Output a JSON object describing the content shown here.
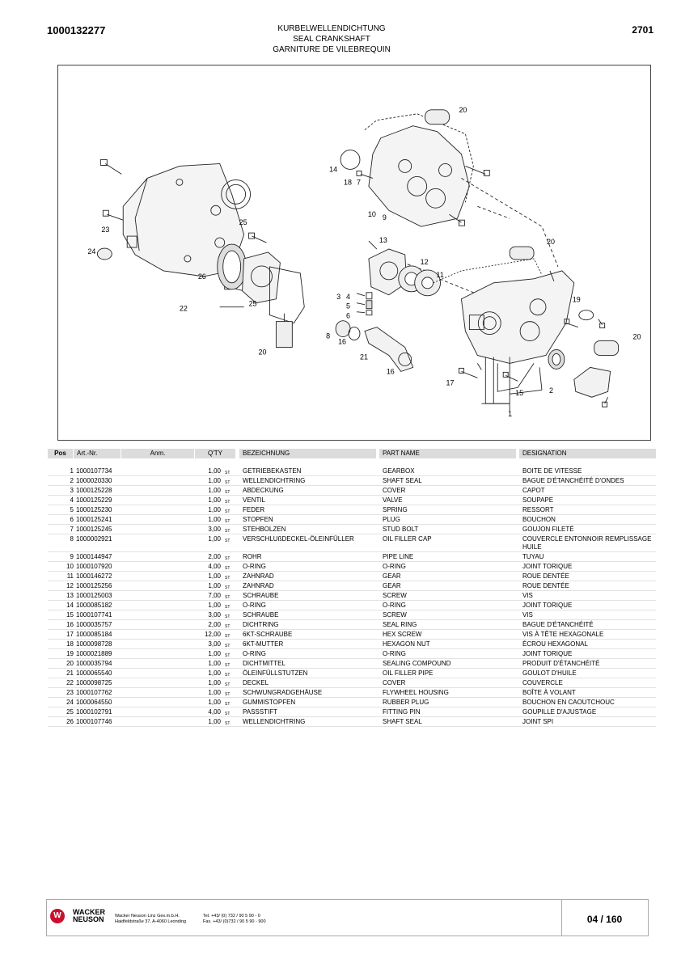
{
  "header": {
    "doc_number": "1000132277",
    "page_code": "2701",
    "title_de": "KURBELWELLENDICHTUNG",
    "title_en": "SEAL CRANKSHAFT",
    "title_fr": "GARNITURE DE VILEBREQUIN"
  },
  "diagram": {
    "callouts": [
      "20",
      "14",
      "18",
      "7",
      "10",
      "9",
      "25",
      "23",
      "24",
      "26",
      "22",
      "25",
      "13",
      "12",
      "11",
      "20",
      "3",
      "4",
      "5",
      "6",
      "8",
      "16",
      "21",
      "20",
      "19",
      "20",
      "16",
      "17",
      "15",
      "2",
      "1"
    ]
  },
  "table": {
    "columns": [
      "Pos",
      "Art.-Nr.",
      "Anm.",
      "Q'TY",
      "BEZEICHNUNG",
      "PART NAME",
      "DESIGNATION"
    ],
    "unit": "ST",
    "rows": [
      {
        "pos": "1",
        "art": "1000107734",
        "qty": "1,00",
        "bez": "GETRIEBEKASTEN",
        "pn": "GEARBOX",
        "des": "BOITE DE VITESSE"
      },
      {
        "pos": "2",
        "art": "1000020330",
        "qty": "1,00",
        "bez": "WELLENDICHTRING",
        "pn": "SHAFT SEAL",
        "des": "BAGUE D'ÉTANCHÉITÉ D'ONDES"
      },
      {
        "pos": "3",
        "art": "1000125228",
        "qty": "1,00",
        "bez": "ABDECKUNG",
        "pn": "COVER",
        "des": "CAPOT"
      },
      {
        "pos": "4",
        "art": "1000125229",
        "qty": "1,00",
        "bez": "VENTIL",
        "pn": "VALVE",
        "des": "SOUPAPE"
      },
      {
        "pos": "5",
        "art": "1000125230",
        "qty": "1,00",
        "bez": "FEDER",
        "pn": "SPRING",
        "des": "RESSORT"
      },
      {
        "pos": "6",
        "art": "1000125241",
        "qty": "1,00",
        "bez": "STOPFEN",
        "pn": "PLUG",
        "des": "BOUCHON"
      },
      {
        "pos": "7",
        "art": "1000125245",
        "qty": "3,00",
        "bez": "STEHBOLZEN",
        "pn": "STUD BOLT",
        "des": "GOUJON FILETÉ"
      },
      {
        "pos": "8",
        "art": "1000002921",
        "qty": "1,00",
        "bez": "VERSCHLUßDECKEL-ÖLEINFÜLLER",
        "pn": "OIL FILLER CAP",
        "des": "COUVERCLE ENTONNOIR REMPLISSAGE HUILE"
      },
      {
        "pos": "9",
        "art": "1000144947",
        "qty": "2,00",
        "bez": "ROHR",
        "pn": "PIPE LINE",
        "des": "TUYAU"
      },
      {
        "pos": "10",
        "art": "1000107920",
        "qty": "4,00",
        "bez": "O-RING",
        "pn": "O-RING",
        "des": "JOINT TORIQUE"
      },
      {
        "pos": "11",
        "art": "1000146272",
        "qty": "1,00",
        "bez": "ZAHNRAD",
        "pn": "GEAR",
        "des": "ROUE DENTÉE"
      },
      {
        "pos": "12",
        "art": "1000125256",
        "qty": "1,00",
        "bez": "ZAHNRAD",
        "pn": "GEAR",
        "des": "ROUE DENTÉE"
      },
      {
        "pos": "13",
        "art": "1000125003",
        "qty": "7,00",
        "bez": "SCHRAUBE",
        "pn": "SCREW",
        "des": "VIS"
      },
      {
        "pos": "14",
        "art": "1000085182",
        "qty": "1,00",
        "bez": "O-RING",
        "pn": "O-RING",
        "des": "JOINT TORIQUE"
      },
      {
        "pos": "15",
        "art": "1000107741",
        "qty": "3,00",
        "bez": "SCHRAUBE",
        "pn": "SCREW",
        "des": "VIS"
      },
      {
        "pos": "16",
        "art": "1000035757",
        "qty": "2,00",
        "bez": "DICHTRING",
        "pn": "SEAL RING",
        "des": "BAGUE D'ÉTANCHÉITÉ"
      },
      {
        "pos": "17",
        "art": "1000085184",
        "qty": "12,00",
        "bez": "6KT-SCHRAUBE",
        "pn": "HEX SCREW",
        "des": "VIS À TÊTE HEXAGONALE"
      },
      {
        "pos": "18",
        "art": "1000098728",
        "qty": "3,00",
        "bez": "6KT-MUTTER",
        "pn": "HEXAGON NUT",
        "des": "ÉCROU HEXAGONAL"
      },
      {
        "pos": "19",
        "art": "1000021889",
        "qty": "1,00",
        "bez": "O-RING",
        "pn": "O-RING",
        "des": "JOINT TORIQUE"
      },
      {
        "pos": "20",
        "art": "1000035794",
        "qty": "1,00",
        "bez": "DICHTMITTEL",
        "pn": "SEALING COMPOUND",
        "des": "PRODUIT D'ÉTANCHÉITÉ"
      },
      {
        "pos": "21",
        "art": "1000065540",
        "qty": "1,00",
        "bez": "ÖLEINFÜLLSTUTZEN",
        "pn": "OIL FILLER PIPE",
        "des": "GOULOT D'HUILE"
      },
      {
        "pos": "22",
        "art": "1000098725",
        "qty": "1,00",
        "bez": "DECKEL",
        "pn": "COVER",
        "des": "COUVERCLE"
      },
      {
        "pos": "23",
        "art": "1000107762",
        "qty": "1,00",
        "bez": "SCHWUNGRADGEHÄUSE",
        "pn": "FLYWHEEL HOUSING",
        "des": "BOÎTE À VOLANT"
      },
      {
        "pos": "24",
        "art": "1000064550",
        "qty": "1,00",
        "bez": "GUMMISTOPFEN",
        "pn": "RUBBER PLUG",
        "des": "BOUCHON EN CAOUTCHOUC"
      },
      {
        "pos": "25",
        "art": "1000102791",
        "qty": "4,00",
        "bez": "PASSSTIFT",
        "pn": "FITTING PIN",
        "des": "GOUPILLE D'AJUSTAGE"
      },
      {
        "pos": "26",
        "art": "1000107746",
        "qty": "1,00",
        "bez": "WELLENDICHTRING",
        "pn": "SHAFT SEAL",
        "des": "JOINT SPI"
      }
    ]
  },
  "footer": {
    "logo_letter": "W",
    "brand_line1": "WACKER",
    "brand_line2": "NEUSON",
    "company": "Wacker Neuson Linz  Ges.m.b.H.",
    "address": "Haidfeldstraße 37, A-4060 Leonding",
    "tel": "Tel. +43/ (0) 732 / 90 5 90 - 0",
    "fax": "Fax. +43/ (0)732 / 90 5 90 - 900",
    "page": "04 / 160"
  },
  "colors": {
    "header_bg": "#dcdcdc",
    "logo_red": "#c8102e"
  }
}
